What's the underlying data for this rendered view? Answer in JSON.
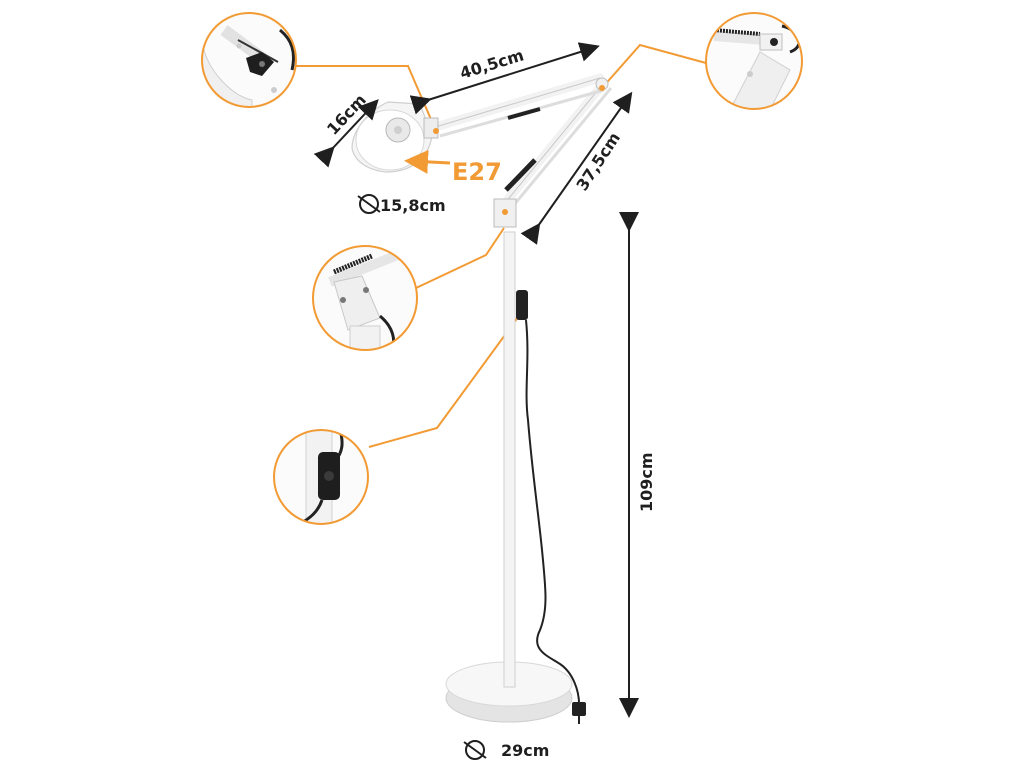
{
  "dimensions": {
    "arm_upper": "40,5cm",
    "arm_lower": "37,5cm",
    "shade_height": "16cm",
    "shade_diameter": "15,8cm",
    "height": "109cm",
    "base_diameter": "29cm"
  },
  "socket": {
    "label": "E27"
  },
  "colors": {
    "accent": "#f29a33",
    "lamp_body": "#f4f4f4",
    "outline": "#1f1f1f"
  },
  "callouts": [
    {
      "name": "callout-shade-joint",
      "icon": "shade-joint-detail"
    },
    {
      "name": "callout-spring-top",
      "icon": "spring-detail"
    },
    {
      "name": "callout-elbow-joint",
      "icon": "elbow-joint-detail"
    },
    {
      "name": "callout-switch",
      "icon": "cord-switch-detail"
    }
  ]
}
